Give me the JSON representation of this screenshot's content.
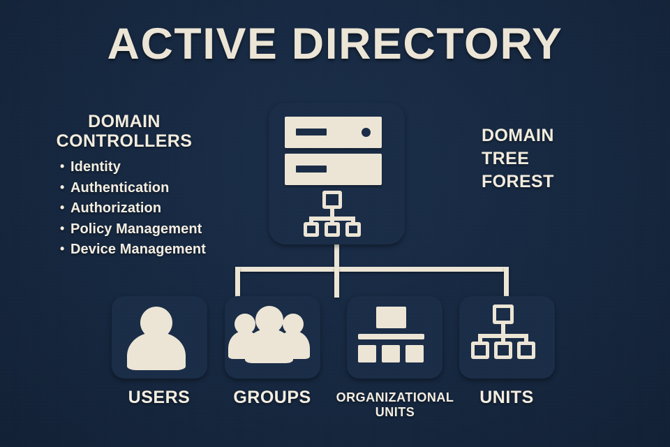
{
  "page": {
    "title": "ACTIVE DIRECTORY",
    "background_color": "#15263d",
    "accent_color": "#ece5d5",
    "border_color": "#5b728e"
  },
  "domain_controllers": {
    "heading_line1": "DOMAIN",
    "heading_line2": "CONTROLLERS",
    "items": [
      "Identity",
      "Authentication",
      "Authorization",
      "Policy Management",
      "Device Management"
    ]
  },
  "domain_tree_forest": {
    "line1": "DOMAIN",
    "line2": "TREE",
    "line3": "FOREST"
  },
  "server": {
    "icon": "server-rack-hierarchy-icon"
  },
  "children": [
    {
      "label": "USERS",
      "icon": "single-user-icon"
    },
    {
      "label": "GROUPS",
      "icon": "user-group-icon"
    },
    {
      "label_line1": "ORGANIZATIONAL",
      "label_line2": "UNITS",
      "icon": "org-chart-filled-icon"
    },
    {
      "label": "UNITS",
      "icon": "hierarchy-tree-outline-icon"
    }
  ]
}
